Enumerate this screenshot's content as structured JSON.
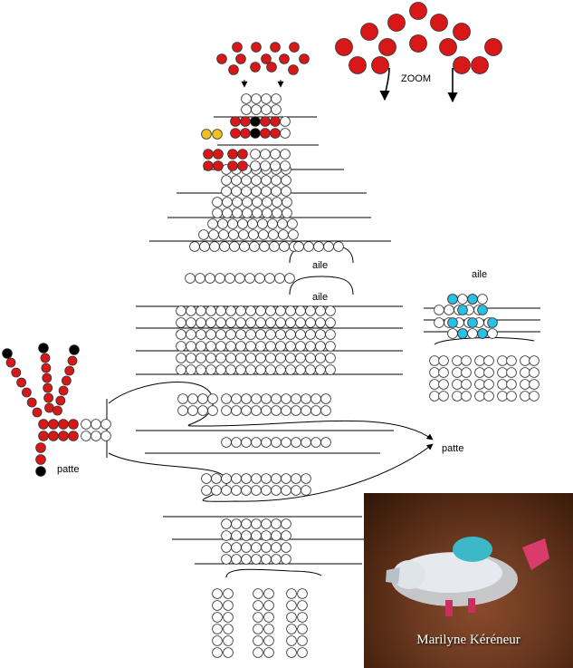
{
  "labels": {
    "zoom": "ZOOM",
    "aile_1": "aile",
    "aile_2": "aile",
    "aile_side": "aile",
    "patte_left": "patte",
    "patte_right": "patte"
  },
  "photo": {
    "caption": "Marilyne Kéréneur",
    "subject": "beaded bird figure"
  },
  "colors": {
    "red_bead": "#d81818",
    "white_bead": "#ffffff",
    "black_bead": "#000000",
    "yellow_bead": "#f0c020",
    "blue_bead": "#29c0e8",
    "pink_bead": "#e0306a",
    "outline": "#333333"
  }
}
